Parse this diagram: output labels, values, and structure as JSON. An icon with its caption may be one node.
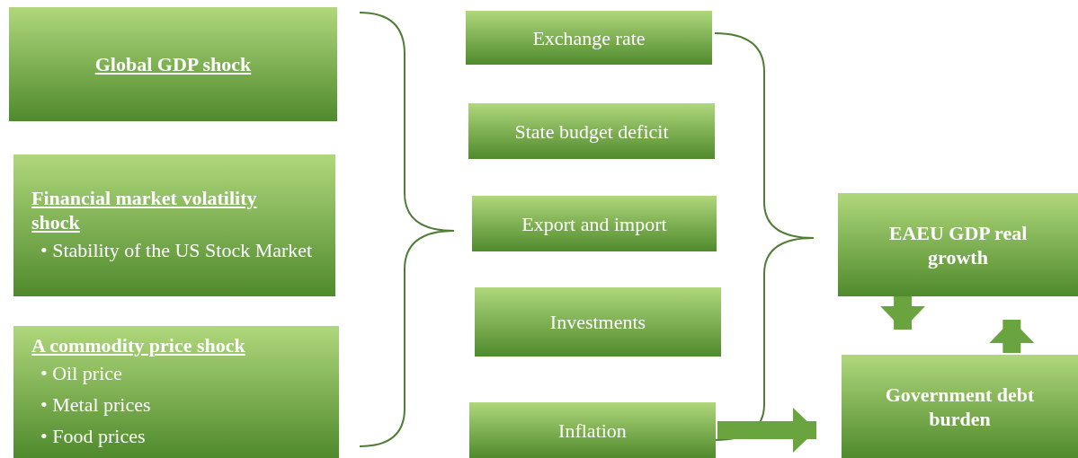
{
  "diagram": {
    "nodes": [
      {
        "text": [
          "Global GDP shock"
        ]
      },
      {
        "text": [
          "Financial market volatility shock",
          "• Stability of the US Stock Market"
        ]
      },
      {
        "text": [
          "A commodity price shock",
          "• Oil price",
          "• Metal prices",
          "• Food prices"
        ]
      },
      {
        "text": [
          "Exchange rate"
        ]
      },
      {
        "text": [
          "State budget deficit"
        ]
      },
      {
        "text": [
          "Export and import"
        ]
      },
      {
        "text": [
          "Investments"
        ]
      },
      {
        "text": [
          "Inflation"
        ]
      },
      {
        "text": [
          "EAEU GDP real growth"
        ]
      },
      {
        "text": [
          "Government debt burden"
        ]
      }
    ],
    "edges": [
      {
        "from": 7,
        "to": 9,
        "arrow": "to"
      },
      {
        "from": 8,
        "to": 9,
        "arrow": "to"
      },
      {
        "from": 9,
        "to": 8,
        "arrow": "to"
      }
    ]
  }
}
